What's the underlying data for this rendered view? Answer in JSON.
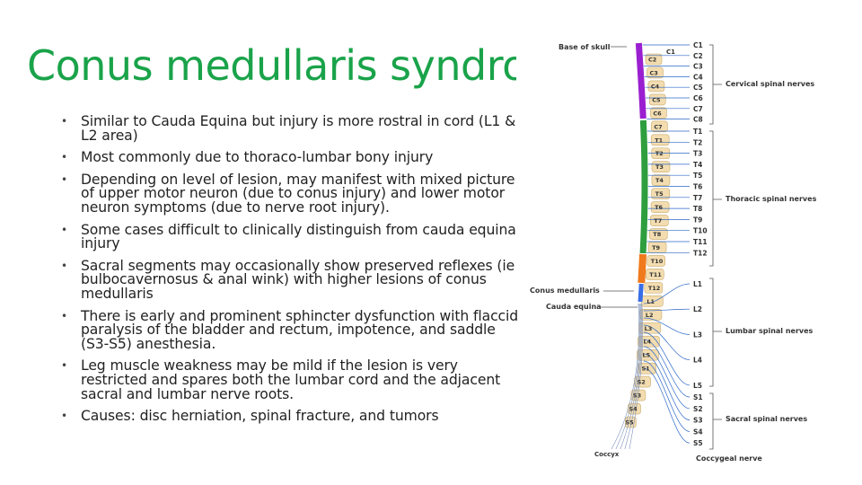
{
  "title": "Conus medullaris syndrome",
  "bullets": [
    "Similar to Cauda Equina but injury is more rostral in cord (L1 & L2 area)",
    "Most commonly due to thoraco-lumbar bony injury",
    "Depending on level of lesion, may manifest with mixed picture of upper motor neuron (due to conus injury) and lower motor neuron symptoms (due to nerve root injury).",
    "Some cases difficult to clinically distinguish from cauda equina injury",
    "Sacral segments may occasionally show preserved reflexes (ie bulbocavernosus & anal wink) with higher lesions of conus medullaris",
    "There is early and prominent sphincter dysfunction with flaccid paralysis of the bladder and rectum, impotence, and saddle (S3-S5) anesthesia.",
    "Leg muscle weakness may be mild if the lesion is very restricted and spares both the lumbar cord and the adjacent sacral and lumbar nerve roots.",
    "Causes: disc herniation, spinal fracture, and tumors"
  ],
  "figure": {
    "left_labels": {
      "base_of_skull": "Base of skull",
      "conus": "Conus medullaris",
      "cauda": "Cauda equina",
      "coccyx": "Coccyx"
    },
    "right_groups": {
      "cervical": "Cervical spinal nerves",
      "thoracic": "Thoracic spinal nerves",
      "lumbar": "Lumbar spinal nerves",
      "sacral": "Sacral spinal nerves",
      "coccygeal": "Coccygeal nerve"
    },
    "c1_marker": "C1",
    "vertebra_labels": [
      "C2",
      "C3",
      "C4",
      "C5",
      "C6",
      "C7",
      "T1",
      "T2",
      "T3",
      "T4",
      "T5",
      "T6",
      "T7",
      "T8",
      "T9",
      "T10",
      "T11",
      "T12",
      "L1",
      "L2",
      "L3",
      "L4",
      "L5",
      "S1",
      "S2",
      "S3",
      "S4",
      "S5"
    ],
    "nerve_labels": [
      "C1",
      "C2",
      "C3",
      "C4",
      "C5",
      "C6",
      "C7",
      "C8",
      "T1",
      "T2",
      "T3",
      "T4",
      "T5",
      "T6",
      "T7",
      "T8",
      "T9",
      "T10",
      "T11",
      "T12",
      "L1",
      "L2",
      "L3",
      "L4",
      "L5",
      "S1",
      "S2",
      "S3",
      "S4",
      "S5"
    ],
    "colors": {
      "cervical": "#9a1fd0",
      "thoracic": "#2e9e3e",
      "lumbar_cord": "#f07a1c",
      "conus": "#3a6ee8",
      "vertebra": "#f3ddb0",
      "nerve": "#2d68c8",
      "title": "#1aa34a"
    }
  }
}
